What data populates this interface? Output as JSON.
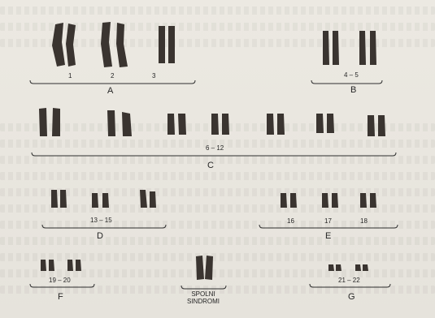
{
  "figure": {
    "groups": [
      {
        "id": "A",
        "label": "A",
        "pairs": [
          "1",
          "2",
          "3"
        ]
      },
      {
        "id": "B",
        "label": "B",
        "pairs": [
          "4 – 5"
        ]
      },
      {
        "id": "C",
        "label": "C",
        "pairs": [
          "6 – 12"
        ]
      },
      {
        "id": "D",
        "label": "D",
        "pairs": [
          "13 – 15"
        ]
      },
      {
        "id": "E",
        "label": "E",
        "pairs": [
          "16",
          "17",
          "18"
        ]
      },
      {
        "id": "F",
        "label": "F",
        "pairs": [
          "19 – 20"
        ]
      },
      {
        "id": "G",
        "label": "G",
        "pairs": [
          "21 – 22"
        ]
      }
    ],
    "sex_chromosomes": {
      "line1": "SPOLNI",
      "line2": "SINDROMI"
    },
    "colors": {
      "chromosome": "#3a3430",
      "ink": "#262626",
      "paper": "#e9e6de"
    }
  }
}
